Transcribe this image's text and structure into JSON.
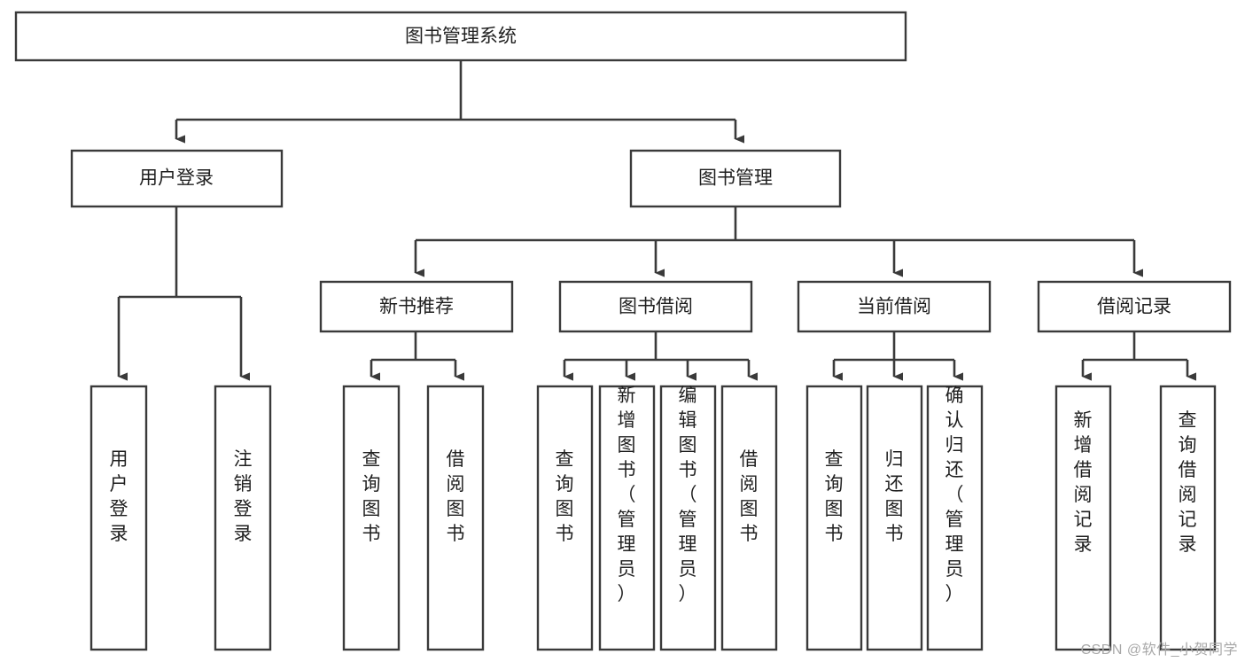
{
  "diagram": {
    "type": "tree-hierarchy",
    "title": "图书管理系统",
    "watermark": "CSDN @软件_小贺同学",
    "colors": {
      "box_stroke": "#3a3a3a",
      "box_fill": "#ffffff",
      "connector": "#3a3a3a",
      "text": "#1f1f1f",
      "watermark": "#a8a8a8",
      "background": "#ffffff"
    },
    "levels": {
      "root": {
        "label": "图书管理系统"
      },
      "level2": [
        {
          "label": "用户登录"
        },
        {
          "label": "图书管理"
        }
      ],
      "level3": [
        {
          "label": "新书推荐"
        },
        {
          "label": "图书借阅"
        },
        {
          "label": "当前借阅"
        },
        {
          "label": "借阅记录"
        }
      ],
      "leaves": {
        "user_login": [
          {
            "label": "用户登录"
          },
          {
            "label": "注销登录"
          }
        ],
        "new_book_recommend": [
          {
            "label": "查询图书"
          },
          {
            "label": "借阅图书"
          }
        ],
        "book_borrow": [
          {
            "label": "查询图书"
          },
          {
            "label": "新增图书（管理员）"
          },
          {
            "label": "编辑图书（管理员）"
          },
          {
            "label": "借阅图书"
          }
        ],
        "current_borrow": [
          {
            "label": "查询图书"
          },
          {
            "label": "归还图书"
          },
          {
            "label": "确认归还（管理员）"
          }
        ],
        "borrow_record": [
          {
            "label": "新增借阅记录"
          },
          {
            "label": "查询借阅记录"
          }
        ]
      }
    }
  }
}
